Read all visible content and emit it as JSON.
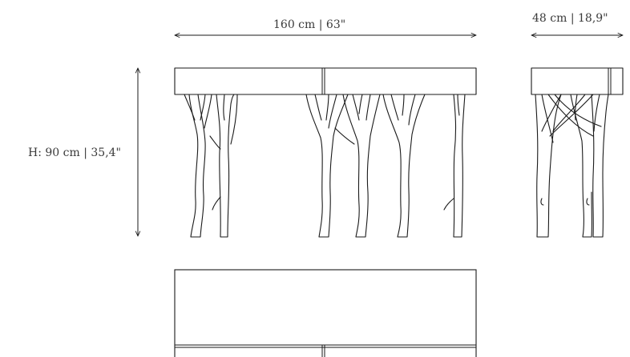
{
  "dimensions": {
    "width_label": "160 cm | 63\"",
    "depth_label": "48 cm | 18,9\"",
    "height_label": "H: 90 cm | 35,4\""
  },
  "colors": {
    "line": "#1a1a1a",
    "text": "#3a3a3a",
    "background": "#ffffff"
  }
}
